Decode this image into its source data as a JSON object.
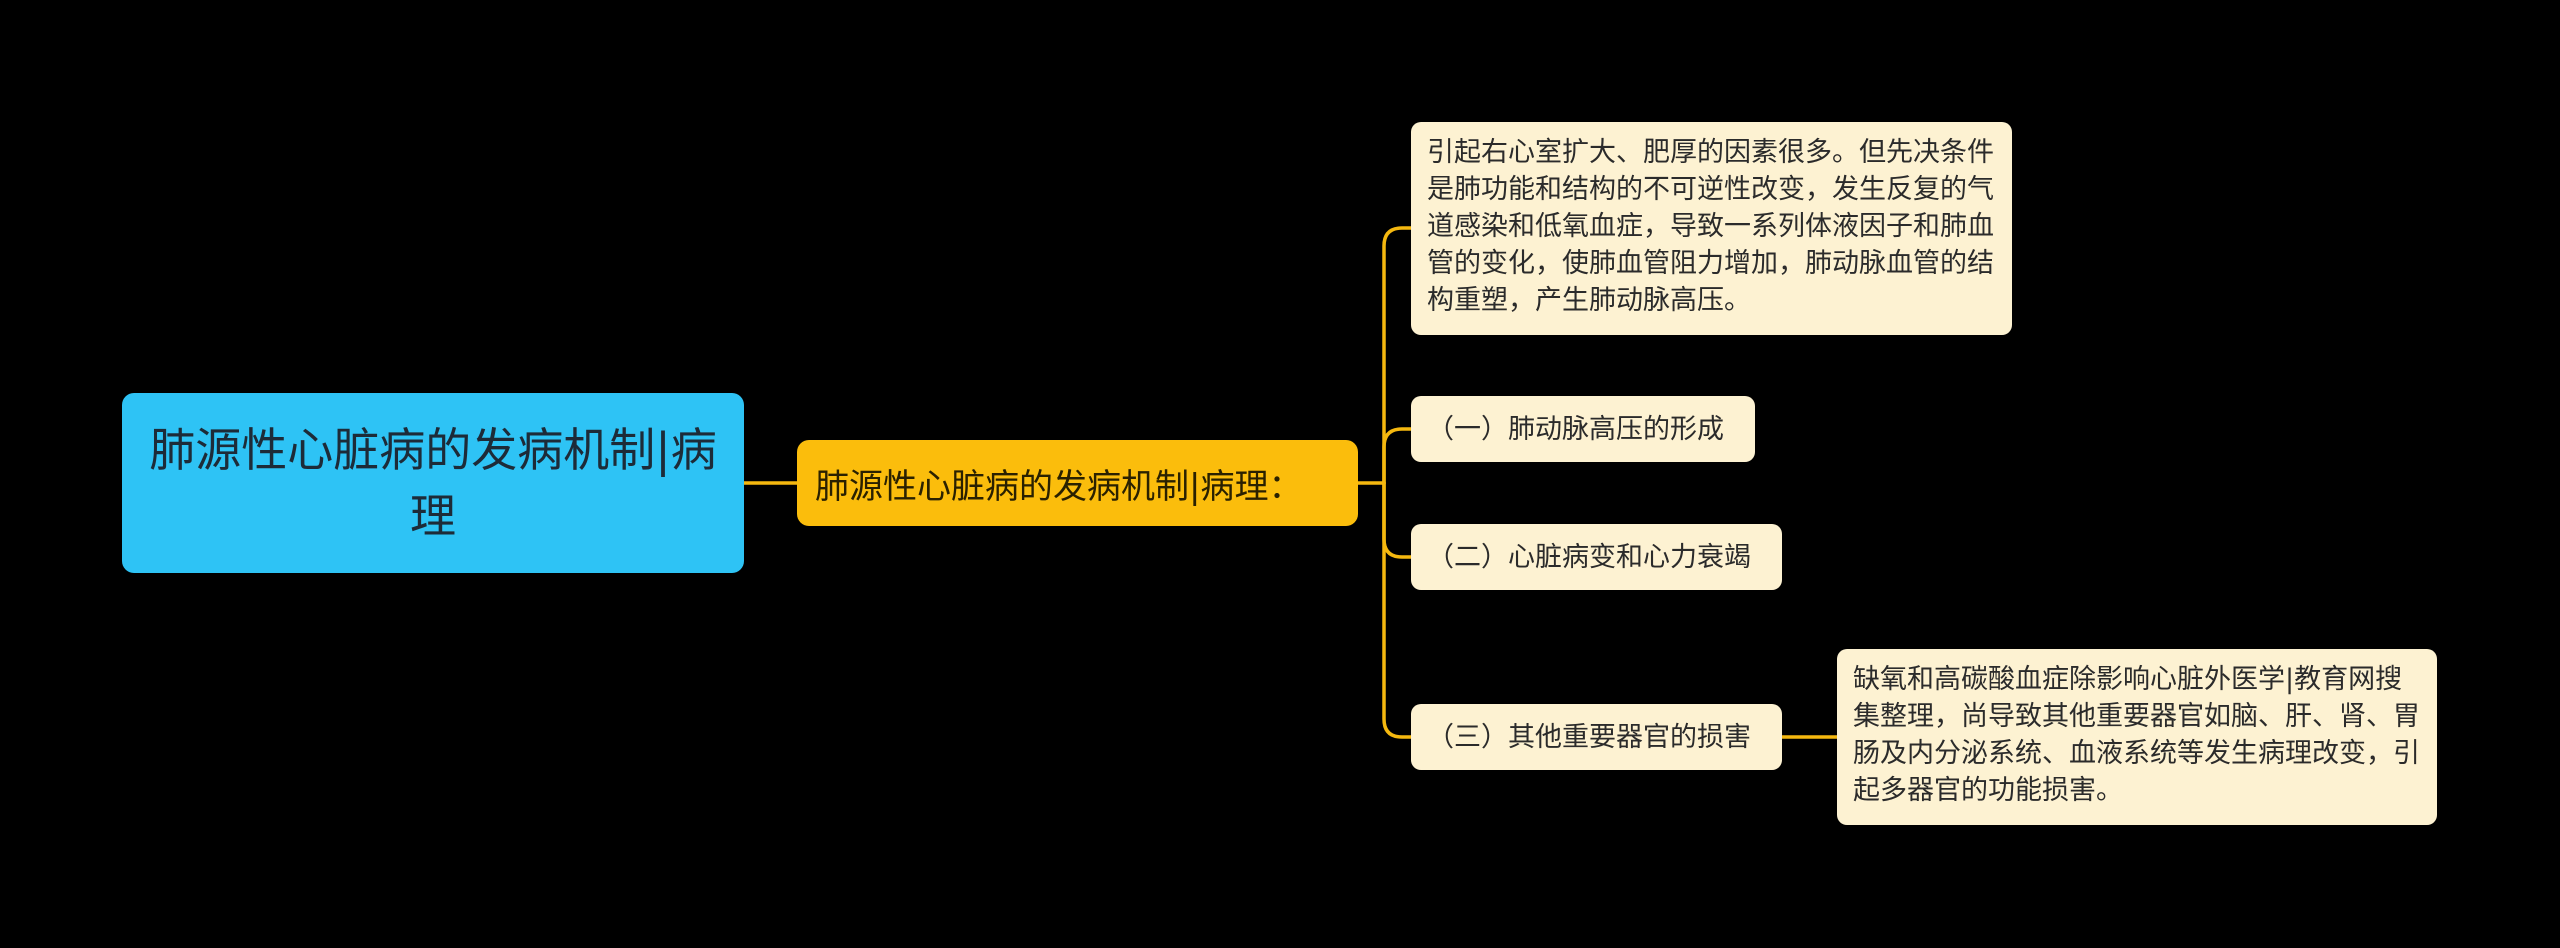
{
  "mindmap": {
    "root": {
      "text": "肺源性心脏病的发病机制|病理"
    },
    "branch": {
      "text": "肺源性心脏病的发病机制|病理："
    },
    "details": [
      "引起右心室扩大、肥厚的因素很多。但先决条件是肺功能和结构的不可逆性改变，发生反复的气道感染和低氧血症，导致一系列体液因子和肺血管的变化，使肺血管阻力增加，肺动脉血管的结构重塑，产生肺动脉高压。",
      "（一）肺动脉高压的形成",
      "（二）心脏病变和心力衰竭",
      "（三）其他重要器官的损害"
    ],
    "sub_detail": "缺氧和高碳酸血症除影响心脏外医学|教育网搜集整理，尚导致其他重要器官如脑、肝、肾、胃肠及内分泌系统、血液系统等发生病理改变，引起多器官的功能损害。"
  },
  "colors": {
    "background": "#000000",
    "root_fill": "#2ec3f5",
    "branch_fill": "#fbbd0c",
    "leaf_fill": "#fdf2d2",
    "connector": "#f5b80f"
  }
}
